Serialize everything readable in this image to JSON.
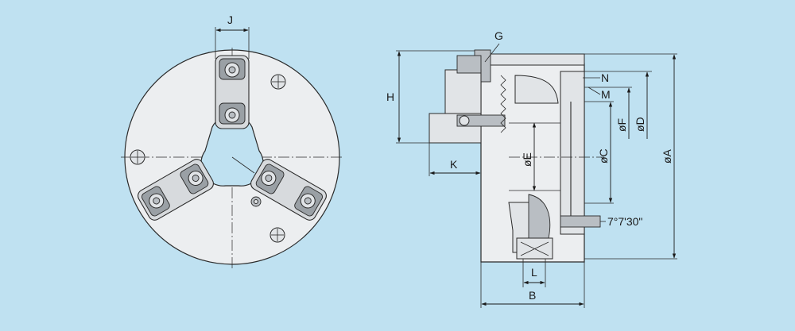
{
  "background_color": "#bfe1f1",
  "labels": {
    "J": "J",
    "G": "G",
    "H": "H",
    "N": "N",
    "M": "M",
    "K": "K",
    "E": "øE",
    "C": "øC",
    "F": "øF",
    "D": "øD",
    "A": "øA",
    "angle": "7°7'30\"",
    "L": "L",
    "B": "B"
  }
}
